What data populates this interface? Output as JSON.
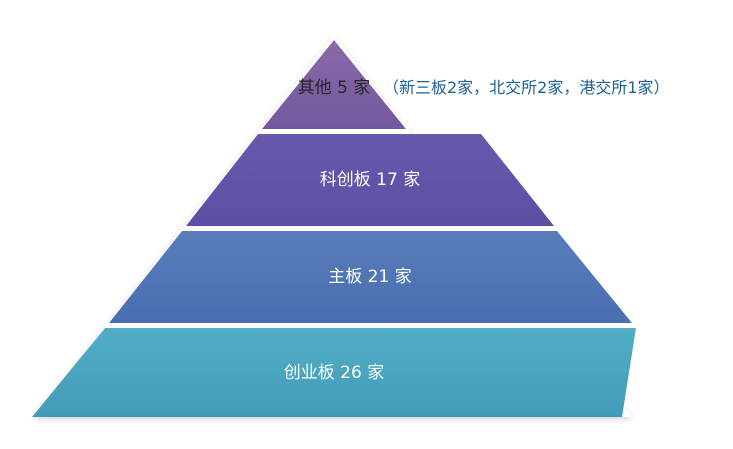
{
  "diagram": {
    "tiers": [
      {
        "label": "其他 5 家",
        "color": "#8062a0"
      },
      {
        "label": "科创板 17 家",
        "color": "#6057a8"
      },
      {
        "label": "主板 21 家",
        "color": "#4f77b5"
      },
      {
        "label": "创业板 26 家",
        "color": "#4aa6bf"
      }
    ],
    "note": "（新三板2家，北交所2家，港交所1家）"
  }
}
